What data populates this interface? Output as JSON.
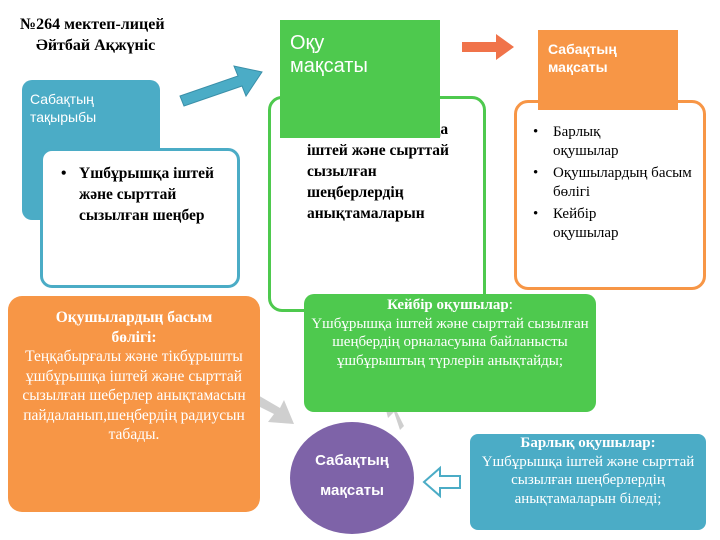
{
  "school": {
    "line1": "№264 мектеп-лицей",
    "line2": "Әйтбай Ақжүніс"
  },
  "topic": {
    "heading": "Сабақтың тақырыбы",
    "bullet": "Үшбұрышқа іштей және сырттай сызылған шеңбер"
  },
  "learning_goal": {
    "heading": "Оқу мақсаты",
    "bullet": "7.1.2.14 үшбұрышқа іштей және сырттай сызылған шеңберлердің анықтамаларын"
  },
  "lesson_goal": {
    "heading": "Сабақтың мақсаты",
    "bullets": [
      "Барлық оқушылар",
      "Оқушылардың басым бөлігі",
      "Кейбір оқушылар"
    ]
  },
  "some_students": {
    "title": "Кейбір оқушылар",
    "sep": ":",
    "text": "Үшбұрышқа іштей және сырттай сызылған шеңбердің орналасуына байланысты ұшбұрыштың түрлерін анықтайды;"
  },
  "most_students": {
    "title": "Оқушылардың басым бөлігі:",
    "text": "Теңқабырғалы және тікбұрышты ұшбұрышқа іштей және сырттай сызылған шеберлер анықтамасын пайдаланып,шеңбердің радиусын табады."
  },
  "center": {
    "label": "Сабақтың мақсаты"
  },
  "all_students": {
    "title": "Барлық оқушылар:",
    "text": "Үшбұрышқа іштей және сырттай сызылған шеңберлердің анықтамаларын біледі;"
  },
  "colors": {
    "blue": "#4bacc6",
    "green": "#4ec94e",
    "orange": "#f79646",
    "purple": "#7e63a8",
    "arrow": "#4bacc6",
    "arrow_orange": "#f0734a"
  }
}
